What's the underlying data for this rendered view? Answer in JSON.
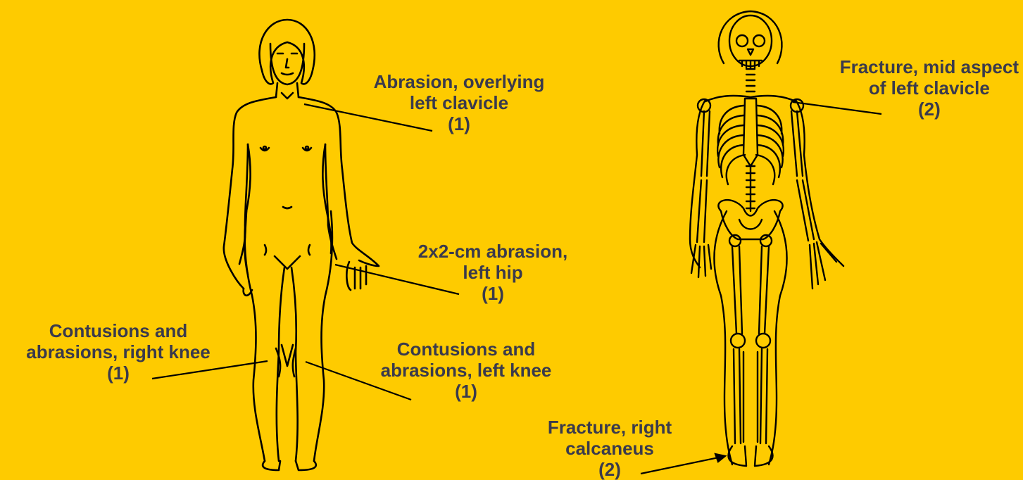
{
  "background_color": "#FECB00",
  "text_color": "#3A3A4C",
  "line_color": "#000000",
  "labels": {
    "left_clavicle_abrasion": {
      "line1": "Abrasion, overlying",
      "line2": "left clavicle",
      "count": "(1)"
    },
    "left_hip_abrasion": {
      "line1": "2x2-cm abrasion,",
      "line2": "left hip",
      "count": "(1)"
    },
    "right_knee": {
      "line1": "Contusions and",
      "line2": "abrasions, right knee",
      "count": "(1)"
    },
    "left_knee": {
      "line1": "Contusions and",
      "line2": "abrasions, left knee",
      "count": "(1)"
    },
    "clavicle_fracture": {
      "line1": "Fracture, mid aspect",
      "line2": "of left clavicle",
      "count": "(2)"
    },
    "calcaneus_fracture": {
      "line1": "Fracture, right",
      "line2": "calcaneus",
      "count": "(2)"
    }
  }
}
